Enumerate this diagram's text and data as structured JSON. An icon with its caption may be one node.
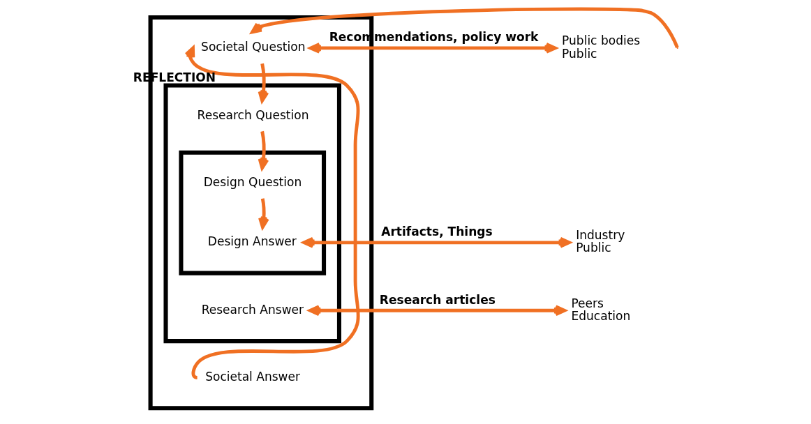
{
  "diagram": {
    "nodes": [
      {
        "text": [],
        "shape": "box"
      },
      {
        "text": [
          "Societal Question"
        ],
        "in": 0
      },
      {
        "text": [],
        "shape": "box",
        "in": 0
      },
      {
        "text": [
          "Research Question"
        ],
        "in": 2
      },
      {
        "text": [],
        "shape": "box",
        "in": 2
      },
      {
        "text": [
          "Design Question"
        ],
        "in": 4
      },
      {
        "text": [
          "Design Answer"
        ],
        "in": 4
      },
      {
        "text": [
          "Research Answer"
        ],
        "in": 2
      },
      {
        "text": [
          "Societal Answer"
        ],
        "in": 0
      },
      {
        "text": [
          "Public bodies",
          "Public"
        ]
      },
      {
        "text": [
          "Industry",
          "Public"
        ]
      },
      {
        "text": [
          "Peers",
          "Education"
        ]
      }
    ],
    "edges": [
      {
        "from": 1,
        "to": 3,
        "arrow": "to"
      },
      {
        "from": 3,
        "to": 5,
        "arrow": "to"
      },
      {
        "from": 5,
        "to": 6,
        "arrow": "to"
      },
      {
        "from": 1,
        "to": 9,
        "arrow": "both",
        "label": "Recommendations, policy work"
      },
      {
        "from": 6,
        "to": 10,
        "arrow": "both",
        "label": "Artifacts, Things"
      },
      {
        "from": 7,
        "to": 11,
        "arrow": "both",
        "label": "Research articles"
      },
      {
        "from": 8,
        "to": 1,
        "arrow": "to",
        "label": "REFLECTION"
      },
      {
        "from": null,
        "to": 1,
        "arrow": "to"
      }
    ]
  }
}
